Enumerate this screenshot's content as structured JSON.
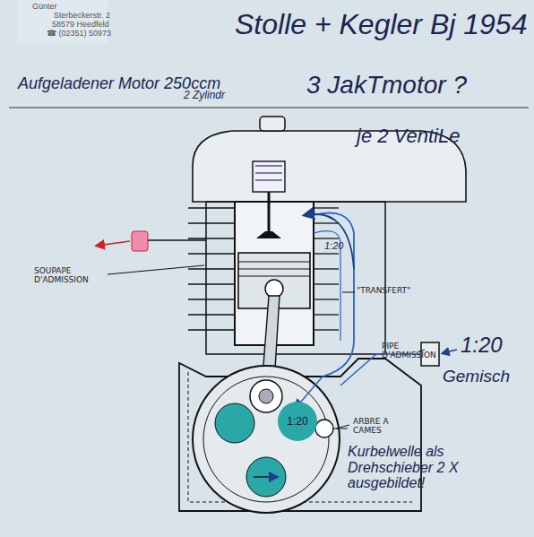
{
  "diagram": {
    "title": "Stolle + Kegler Bj 1954",
    "nodes": [
      {
        "text": [
          "1:20"
        ]
      }
    ],
    "labels": [
      "Günter",
      "Sterbeckerstr. 2",
      "58579 Heedfeld",
      "☎ (02351) 50973",
      "Aufgeladener Motor 250ccm",
      "2 Zylindr",
      "3 JakTmotor ?",
      "je 2 VentiLe",
      "SOUPAPE D'ADMISSION",
      "\"TRANSFERT\"",
      "PIPE D'ADMISSION",
      "1:20",
      "Gemisch",
      "ARBRE A CAMES",
      "Kurbelwelle als Drehschieber 2 X ausgebildet!",
      "1:20"
    ]
  }
}
